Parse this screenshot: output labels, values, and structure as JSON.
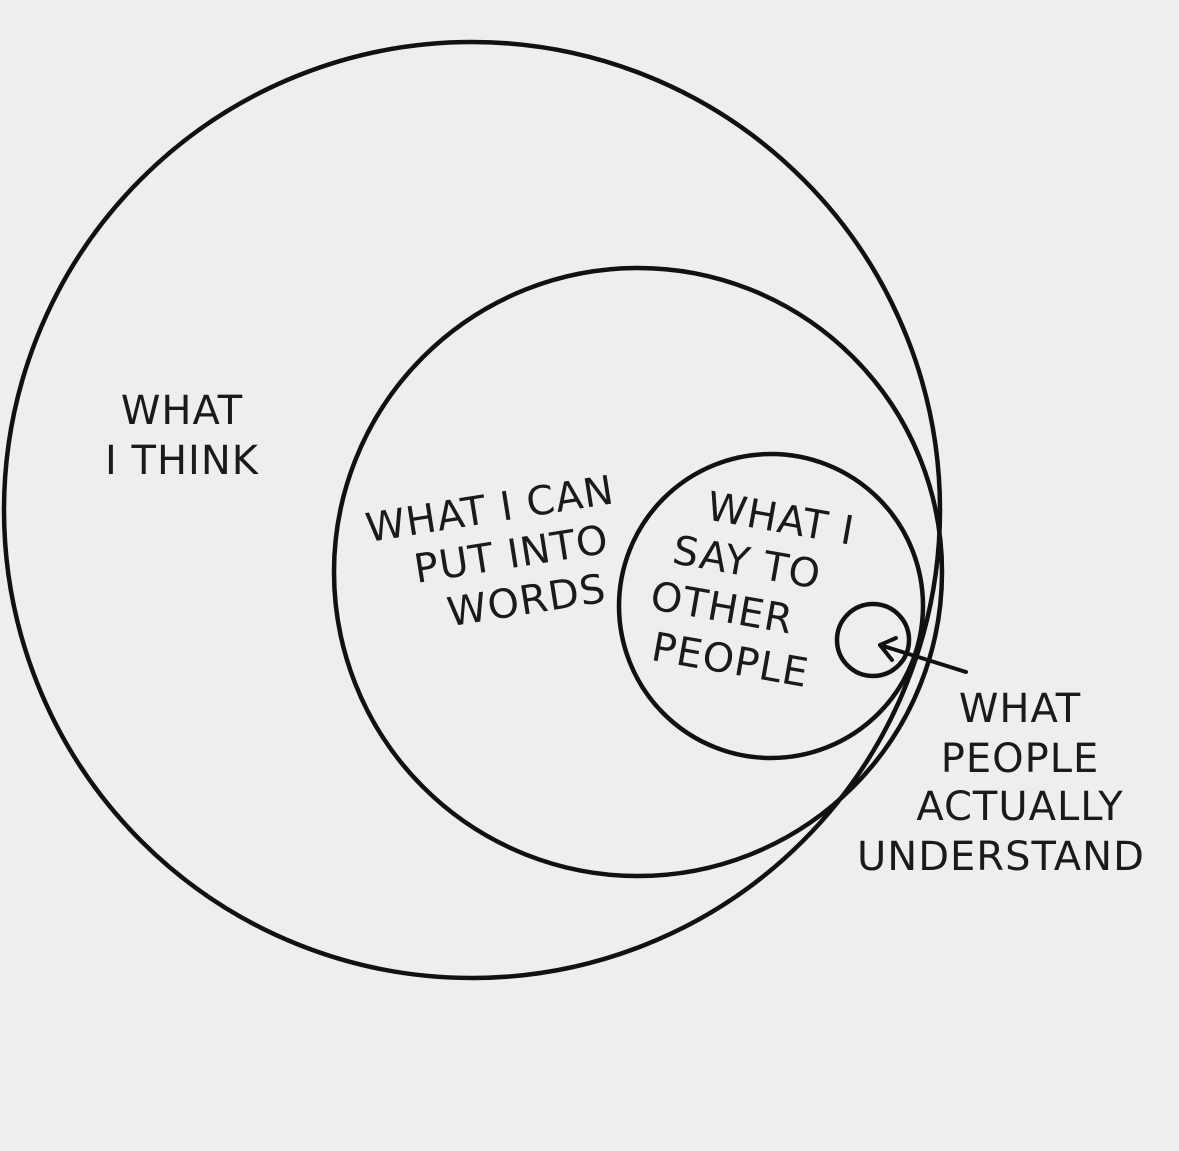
{
  "diagram": {
    "labels": {
      "what_i_think": [
        "WHAT",
        "I THINK"
      ],
      "what_i_can_put_into_words": [
        "WHAT I CAN",
        "PUT INTO",
        "WORDS"
      ],
      "what_i_say_to_other_people": [
        "WHAT I",
        "SAY TO",
        "OTHER",
        "PEOPLE"
      ],
      "what_people_actually_understand": [
        "WHAT",
        "PEOPLE",
        "ACTUALLY",
        "UNDERSTAND"
      ]
    }
  }
}
